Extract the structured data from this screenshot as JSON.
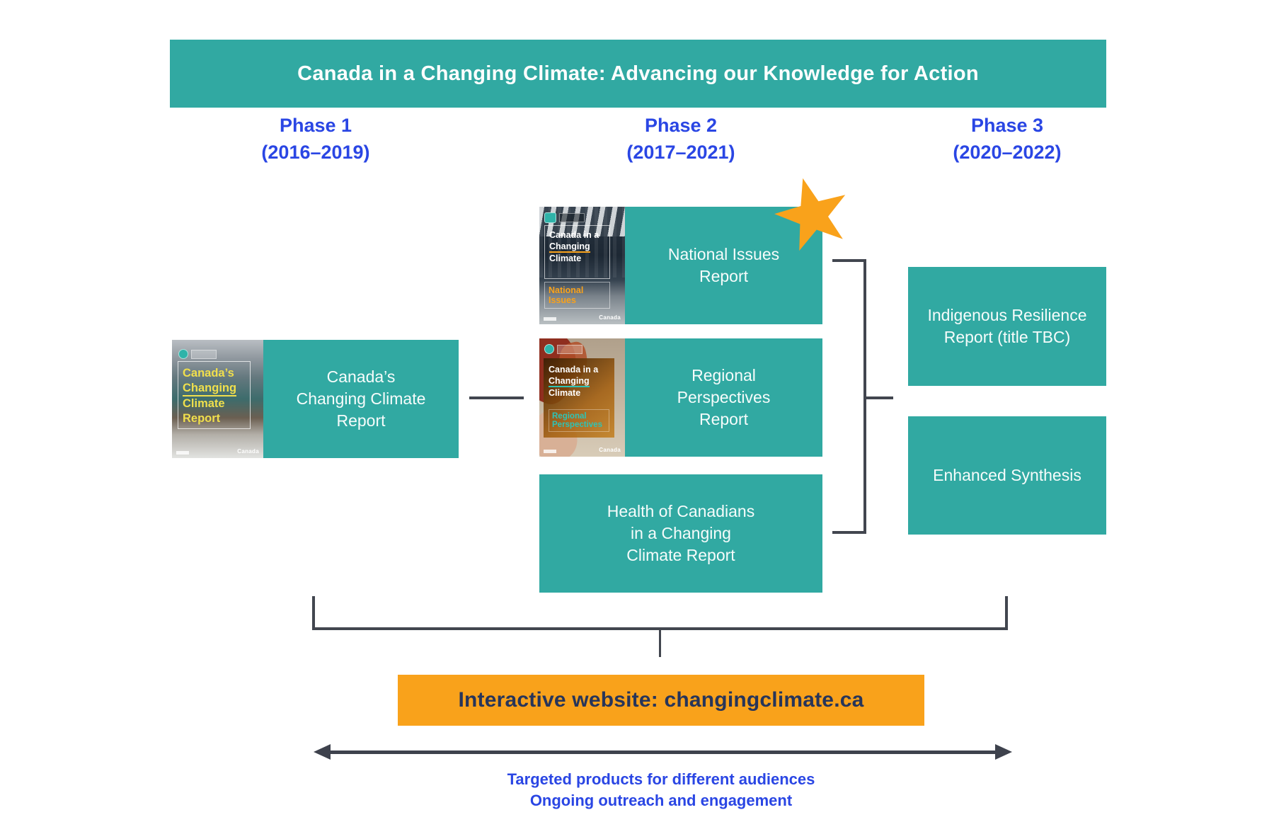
{
  "title_banner": {
    "text": "Canada in a Changing Climate: Advancing our Knowledge for Action"
  },
  "phases": [
    {
      "name": "Phase 1",
      "years": "(2016–2019)"
    },
    {
      "name": "Phase 2",
      "years": "(2017–2021)"
    },
    {
      "name": "Phase 3",
      "years": "(2020–2022)"
    }
  ],
  "phase1": {
    "report_box": "Canada’s\nChanging Climate\nReport",
    "cover": {
      "title_lines": [
        "Canada’s",
        "Changing",
        "Climate",
        "Report"
      ],
      "footer_wordmark": "Canada"
    }
  },
  "phase2": {
    "national_issues": {
      "box": "National Issues\nReport",
      "cover": {
        "title_lines": [
          "Canada in a",
          "Changing",
          "Climate"
        ],
        "subtitle": "National Issues",
        "footer_wordmark": "Canada"
      }
    },
    "regional_perspectives": {
      "box": "Regional\nPerspectives\nReport",
      "cover": {
        "title_lines": [
          "Canada in a",
          "Changing",
          "Climate"
        ],
        "subtitle": "Regional Perspectives",
        "footer_wordmark": "Canada"
      }
    },
    "health": {
      "box": "Health of Canadians\nin a Changing\nClimate Report"
    }
  },
  "phase3": {
    "indigenous_box": "Indigenous Resilience\nReport (title TBC)",
    "synthesis_box": "Enhanced Synthesis"
  },
  "website_banner": {
    "text": "Interactive website: changingclimate.ca"
  },
  "footer": {
    "line1": "Targeted products for different audiences",
    "line2": "Ongoing outreach and engagement"
  },
  "icons": {
    "star": "★"
  },
  "colors": {
    "teal": "#31a9a2",
    "orange": "#f9a21b",
    "header_blue": "#2a46e4",
    "navy_text": "#27355a",
    "connector_gray": "#42464f"
  }
}
